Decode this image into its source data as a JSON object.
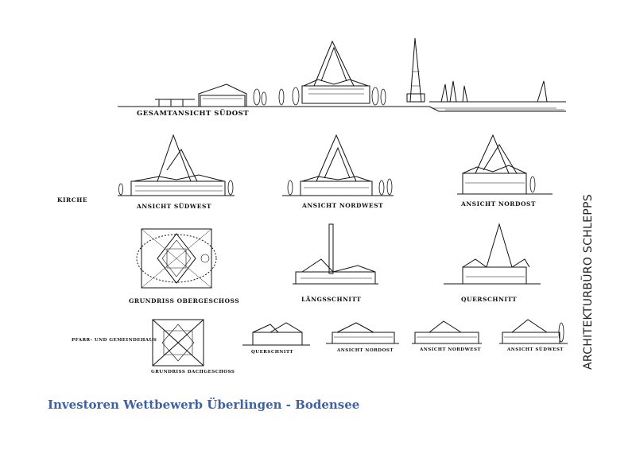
{
  "labels": {
    "gesamtansicht": "GESAMTANSICHT SÜDOST",
    "kirche": "KIRCHE",
    "ansicht_suedwest": "ANSICHT SÜDWEST",
    "ansicht_nordwest": "ANSICHT NORDWEST",
    "ansicht_nordost": "ANSICHT NORDOST",
    "grundriss_og": "GRUNDRISS OBERGESCHOSS",
    "laengsschnitt": "LÄNGSSCHNITT",
    "querschnitt": "QUERSCHNITT",
    "pfarr": "PFARR- UND GEMEINDEHAUS",
    "grundriss_dg": "GRUNDRISS DACHGESCHOSS",
    "small_querschnitt": "QUERSCHNITT",
    "small_nordost": "ANSICHT NORDOST",
    "small_nordwest": "ANSICHT NORDWEST",
    "small_suedwest": "ANSICHT SÜDWEST"
  },
  "office": "ARCHITEKTURBÜRO SCHLEPPS",
  "title": "Investoren Wettbewerb Überlingen - Bodensee"
}
